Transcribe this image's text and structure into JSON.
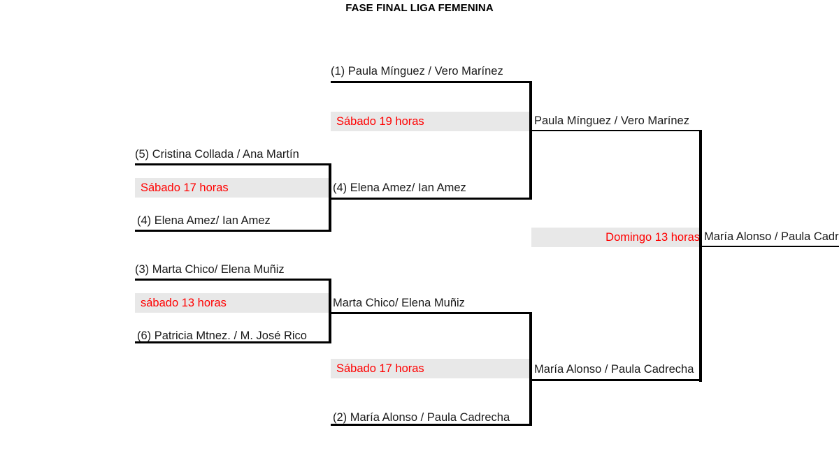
{
  "title": "FASE FINAL LIGA FEMENINA",
  "colors": {
    "accent_red": "#ff0000",
    "band_gray": "#e8e8e8",
    "line_black": "#000000",
    "text_black": "#1a1a1a",
    "background": "#ffffff"
  },
  "bracket": {
    "round1": {
      "match_upper_left": {
        "slot_label": "Sábado 17 horas",
        "team_top": "(5) Cristina Collada / Ana Martín",
        "team_bottom": "(4) Elena Amez/ Ian Amez",
        "winner": "(4) Elena Amez/ Ian Amez"
      },
      "match_lower_left": {
        "slot_label": "sábado 13 horas",
        "team_top": "(3) Marta Chico/ Elena Muñiz",
        "team_bottom": "(6) Patricia Mtnez. / M. José Rico",
        "winner": "Marta Chico/ Elena Muñiz"
      }
    },
    "semifinals": {
      "match_top": {
        "slot_label": "Sábado 19 horas",
        "team_top": "(1) Paula Mínguez / Vero Marínez",
        "team_bottom": "(4) Elena Amez/ Ian Amez",
        "winner": "Paula Mínguez / Vero Marínez"
      },
      "match_bottom": {
        "slot_label": "Sábado 17 horas",
        "team_top": "Marta Chico/ Elena Muñiz",
        "team_bottom": "(2) María Alonso / Paula Cadrecha",
        "winner": "María Alonso / Paula Cadrecha"
      }
    },
    "final": {
      "slot_label": "Domingo 13 horas",
      "champion": "María Alonso / Paula Cadrecha"
    }
  }
}
